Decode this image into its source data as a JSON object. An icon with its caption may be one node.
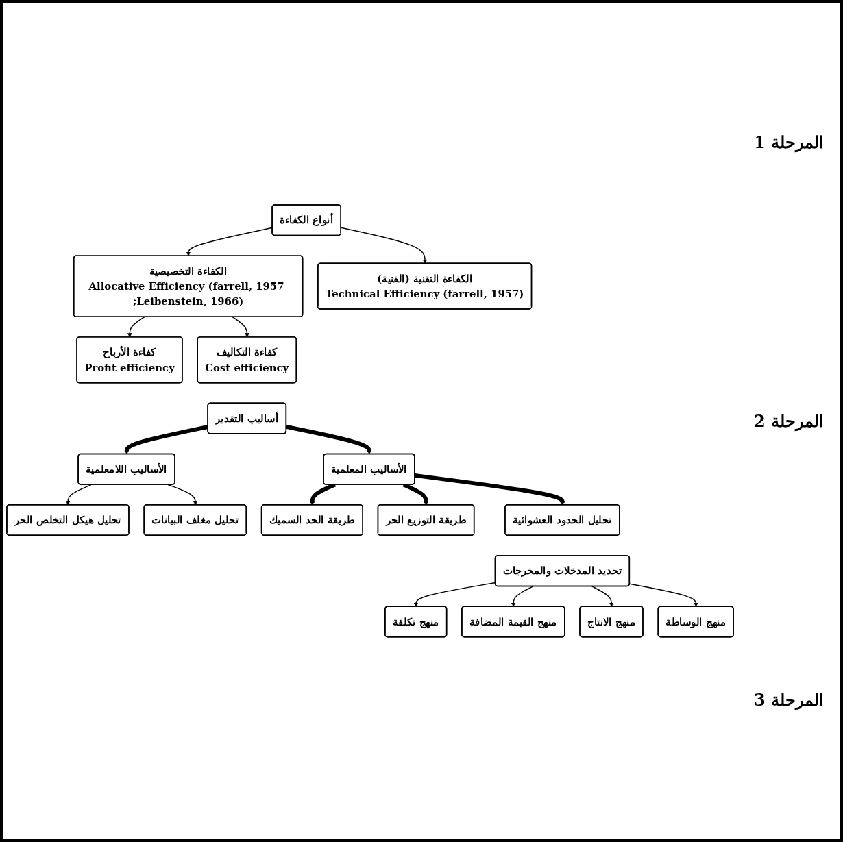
{
  "diagram": {
    "nodes": [
      {
        "text": [
          "أنواع الكفاءة"
        ]
      },
      {
        "text": [
          "الكفاءة التخصيصية",
          "Allocative Efficiency (farrell, 1957 ;Leibenstein, 1966)"
        ]
      },
      {
        "text": [
          "الكفاءة التقنية (الفنية)",
          "Technical Efficiency (farrell, 1957)"
        ]
      },
      {
        "text": [
          "كفاءة الأرباح",
          "Profit efficiency"
        ]
      },
      {
        "text": [
          "كفاءة التكاليف",
          "Cost efficiency"
        ]
      },
      {
        "text": [
          "أساليب التقدير"
        ]
      },
      {
        "text": [
          "الأساليب اللامعلمية"
        ]
      },
      {
        "text": [
          "تحليل هيكل التخلص الحر"
        ]
      },
      {
        "text": [
          "تحليل مغلف البيانات"
        ]
      },
      {
        "text": [
          "الأساليب المعلمية"
        ]
      },
      {
        "text": [
          "طريقة الحد السميك"
        ]
      },
      {
        "text": [
          "طريقة التوزيع الحر"
        ]
      },
      {
        "text": [
          "تحليل الحدود العشوائية"
        ]
      },
      {
        "text": [
          "تحديد المدخلات والمخرجات"
        ]
      },
      {
        "text": [
          "منهج تكلفة"
        ]
      },
      {
        "text": [
          "منهج القيمة المضافة"
        ]
      },
      {
        "text": [
          "منهج الانتاج"
        ]
      },
      {
        "text": [
          "منهج الوساطة"
        ]
      }
    ],
    "edges": [
      {
        "from": 0,
        "to": 1,
        "arrow": "to"
      },
      {
        "from": 0,
        "to": 2,
        "arrow": "to"
      },
      {
        "from": 1,
        "to": 3,
        "arrow": "to"
      },
      {
        "from": 1,
        "to": 4,
        "arrow": "to"
      },
      {
        "from": 5,
        "to": 6,
        "arrow": "to",
        "style": "thick"
      },
      {
        "from": 5,
        "to": 9,
        "arrow": "to",
        "style": "thick"
      },
      {
        "from": 6,
        "to": 7,
        "arrow": "to"
      },
      {
        "from": 6,
        "to": 8,
        "arrow": "to"
      },
      {
        "from": 9,
        "to": 10,
        "arrow": "to",
        "style": "thick"
      },
      {
        "from": 9,
        "to": 11,
        "arrow": "to",
        "style": "thick"
      },
      {
        "from": 9,
        "to": 12,
        "arrow": "to",
        "style": "thick"
      },
      {
        "from": 13,
        "to": 14,
        "arrow": "to"
      },
      {
        "from": 13,
        "to": 15,
        "arrow": "to"
      },
      {
        "from": 13,
        "to": 16,
        "arrow": "to"
      },
      {
        "from": 13,
        "to": 17,
        "arrow": "to"
      }
    ],
    "labels": [
      "المرحلة 1",
      "المرحلة 2",
      "المرحلة 3"
    ]
  }
}
